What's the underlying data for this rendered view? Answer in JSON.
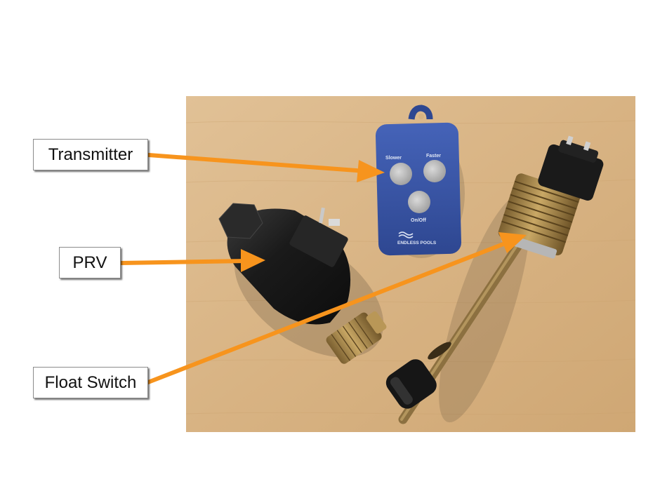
{
  "labels": {
    "transmitter": "Transmitter",
    "prv": "PRV",
    "float_switch": "Float Switch"
  },
  "remote": {
    "slower": "Slower",
    "faster": "Faster",
    "on_off": "On/Off",
    "brand": "ENDLESS POOLS"
  },
  "colors": {
    "arrow": "#f7941d",
    "remote_body": "#3a55a8",
    "tabletop": "#d9b587",
    "solenoid": "#1b1b1b",
    "brass": "#a9874c"
  }
}
